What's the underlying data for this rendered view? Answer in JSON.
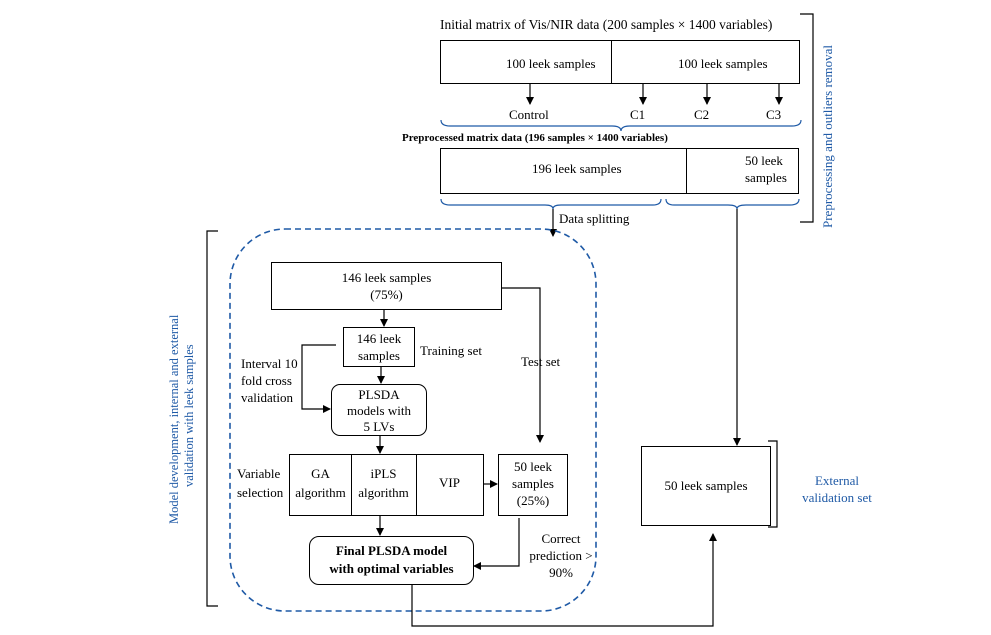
{
  "top": {
    "initial_matrix_title": "Initial matrix of Vis/NIR data (200 samples × 1400 variables)",
    "box1_left": "100 leek samples",
    "box1_right": "100 leek samples",
    "groups": [
      "Control",
      "C1",
      "C2",
      "C3"
    ],
    "preprocessed_title": "Preprocessed matrix data (196 samples × 1400 variables)",
    "box2_left": "196 leek samples",
    "box2_right_line1": "50 leek",
    "box2_right_line2": "samples",
    "data_splitting": "Data splitting",
    "side_label": "Preprocessing and outliers removal"
  },
  "model": {
    "side_label_line1": "Model development, internal and external",
    "side_label_line2": "validation with leek samples",
    "b146_line1": "146 leek samples",
    "b146_line2": "(75%)",
    "train_line1": "146 leek",
    "train_line2": "samples",
    "training_set": "Training set",
    "test_set": "Test set",
    "cv_lines": [
      "Interval 10",
      "fold cross",
      "validation"
    ],
    "plsda_lines": [
      "PLSDA",
      "models with",
      "5 LVs"
    ],
    "varsel_line1": "Variable",
    "varsel_line2": "selection",
    "ga_line1": "GA",
    "ga_line2": "algorithm",
    "ipls_line1": "iPLS",
    "ipls_line2": "algorithm",
    "vip": "VIP",
    "b50_line1": "50 leek",
    "b50_line2": "samples",
    "b50_line3": "(25%)",
    "correct_lines": [
      "Correct",
      "prediction >",
      "90%"
    ],
    "final_line1": "Final PLSDA model",
    "final_line2": "with optimal variables"
  },
  "external": {
    "box_label": "50 leek samples",
    "label_line1": "External",
    "label_line2": "validation set"
  },
  "colors": {
    "accent_blue": "#1f5aa6",
    "leek_green": "#2e7d32"
  }
}
